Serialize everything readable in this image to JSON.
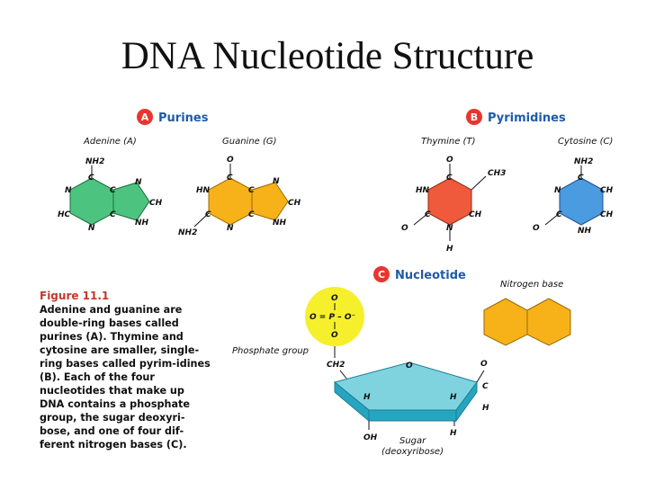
{
  "title": "DNA Nucleotide Structure",
  "sections": {
    "purines": {
      "letter": "A",
      "label": "Purines"
    },
    "pyrimidines": {
      "letter": "B",
      "label": "Pyrimidines"
    },
    "nucleotide": {
      "letter": "C",
      "label": "Nucleotide"
    }
  },
  "bases": {
    "adenine": "Adenine (A)",
    "guanine": "Guanine (G)",
    "thymine": "Thymine (T)",
    "cytosine": "Cytosine (C)"
  },
  "nucleotide_labels": {
    "phosphate_group": "Phosphate group",
    "nitrogen_base": "Nitrogen base",
    "sugar": "Sugar",
    "sugar_sub": "(deoxyribose)"
  },
  "caption": {
    "figure": "Figure 11.1",
    "text": "Adenine and guanine are double-ring bases called purines (A). Thymine and cytosine are smaller, single-ring bases called pyrim-idines (B). Each of the four nucleotides that make up DNA contains a phosphate group, the sugar deoxyri-bose, and one of four dif-ferent nitrogen bases (C)."
  },
  "atoms": {
    "nh2": "NH2",
    "n": "N",
    "c": "C",
    "ch": "CH",
    "hc": "HC",
    "nh": "NH",
    "o": "O",
    "hn": "HN",
    "ch3": "CH3",
    "h": "H",
    "oh": "OH",
    "ch2": "CH2",
    "phosphate_mid": "O = P – O⁻"
  },
  "colors": {
    "adenine": "#4cc47f",
    "guanine": "#f7b21a",
    "thymine": "#f05a3c",
    "cytosine": "#4a9be0",
    "phosphate": "#f6ef2b",
    "base_c": "#f7b21a",
    "sugar_top": "#7fd3df",
    "sugar_side": "#26a5c0",
    "header": "#1e5aa8",
    "badge": "#e8362f"
  }
}
